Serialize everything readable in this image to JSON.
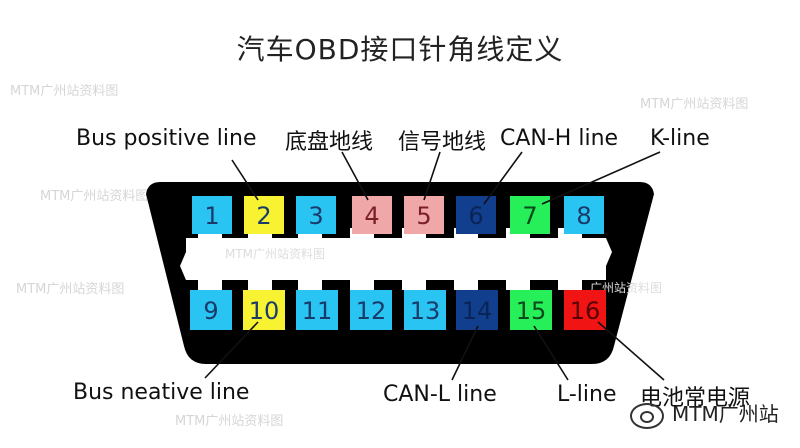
{
  "title": "汽车OBD接口针角线定义",
  "labels": {
    "bus_positive": "Bus positive line",
    "ground_chassis": "底盘地线",
    "signal_ground": "信号地线",
    "can_h": "CAN-H line",
    "k_line": "K-line",
    "bus_negative": "Bus neative line",
    "can_l": "CAN-L line",
    "l_line": "L-line",
    "battery": "电池常电源"
  },
  "pins_top": [
    {
      "num": "1",
      "color": "#29c4f2",
      "text_color": "#1a3a6a"
    },
    {
      "num": "2",
      "color": "#f7f232",
      "text_color": "#1a3a6a"
    },
    {
      "num": "3",
      "color": "#29c4f2",
      "text_color": "#1a3a6a"
    },
    {
      "num": "4",
      "color": "#f0a7a8",
      "text_color": "#7a1f2a"
    },
    {
      "num": "5",
      "color": "#f0a7a8",
      "text_color": "#7a1f2a"
    },
    {
      "num": "6",
      "color": "#123e8e",
      "text_color": "#0b2456"
    },
    {
      "num": "7",
      "color": "#26ef5a",
      "text_color": "#0b4a1a"
    },
    {
      "num": "8",
      "color": "#29c4f2",
      "text_color": "#1a3a6a"
    }
  ],
  "pins_bottom": [
    {
      "num": "9",
      "color": "#29c4f2",
      "text_color": "#1a3a6a"
    },
    {
      "num": "10",
      "color": "#f7f232",
      "text_color": "#1a3a6a"
    },
    {
      "num": "11",
      "color": "#29c4f2",
      "text_color": "#1a3a6a"
    },
    {
      "num": "12",
      "color": "#29c4f2",
      "text_color": "#1a3a6a"
    },
    {
      "num": "13",
      "color": "#29c4f2",
      "text_color": "#1a3a6a"
    },
    {
      "num": "14",
      "color": "#123e8e",
      "text_color": "#0b2456"
    },
    {
      "num": "15",
      "color": "#26ef5a",
      "text_color": "#0b4a1a"
    },
    {
      "num": "16",
      "color": "#f11414",
      "text_color": "#5a0000"
    }
  ],
  "watermark": "MTM广州站资料图",
  "footer_logo": "MTM广州站"
}
